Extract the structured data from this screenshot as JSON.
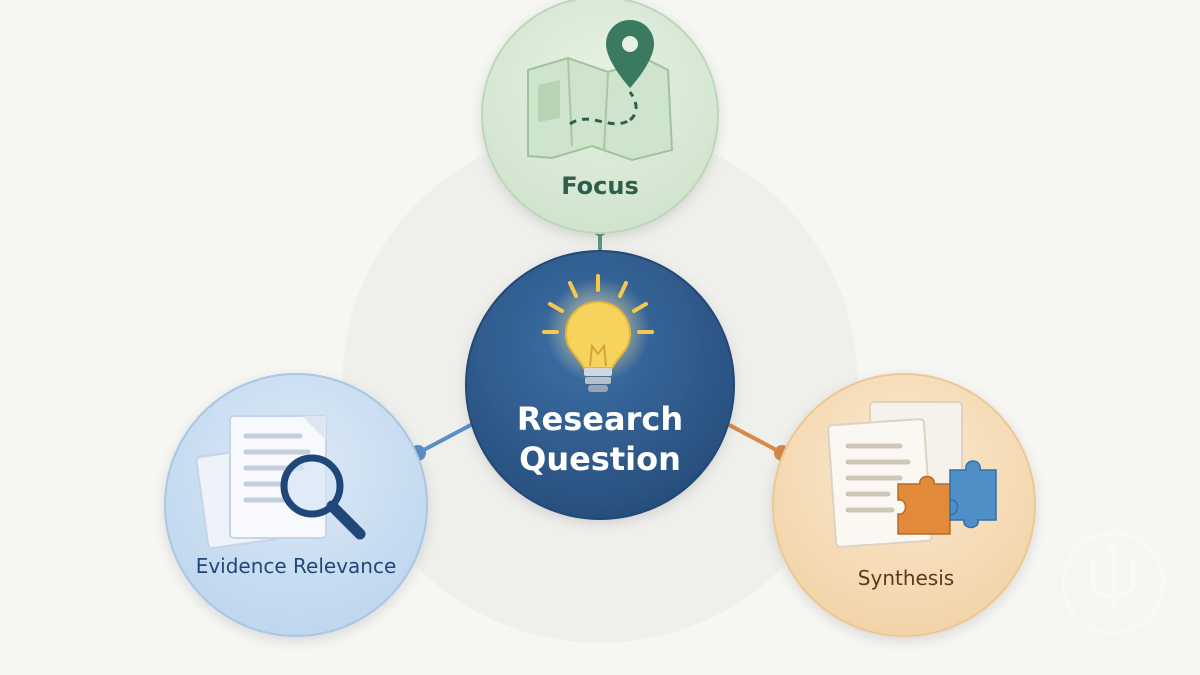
{
  "nodes": {
    "center": {
      "label_line1": "Research",
      "label_line2": "Question",
      "color": "#2f5b8e",
      "text_color": "#ffffff"
    },
    "focus": {
      "label": "Focus",
      "color": "#d9e9d7",
      "text_color": "#2f5e4a",
      "accent": "#3a7a60"
    },
    "evidence": {
      "label": "Evidence Relevance",
      "color": "#c9ddf0",
      "text_color": "#1f477a",
      "accent": "#4b84b8"
    },
    "synthesis": {
      "label": "Synthesis",
      "color": "#f5dcb6",
      "text_color": "#5a3a1a",
      "accent": "#d27c3a"
    }
  },
  "icons": {
    "center": "lightbulb-icon",
    "focus": "map-pin-icon",
    "evidence": "magnifier-documents-icon",
    "synthesis": "puzzle-documents-icon",
    "watermark": "logo-watermark-icon"
  },
  "colors": {
    "background": "#f6f6f3",
    "connector_focus": "#5a9a80",
    "connector_evidence": "#5a8fc6",
    "connector_synthesis": "#d8894a"
  }
}
